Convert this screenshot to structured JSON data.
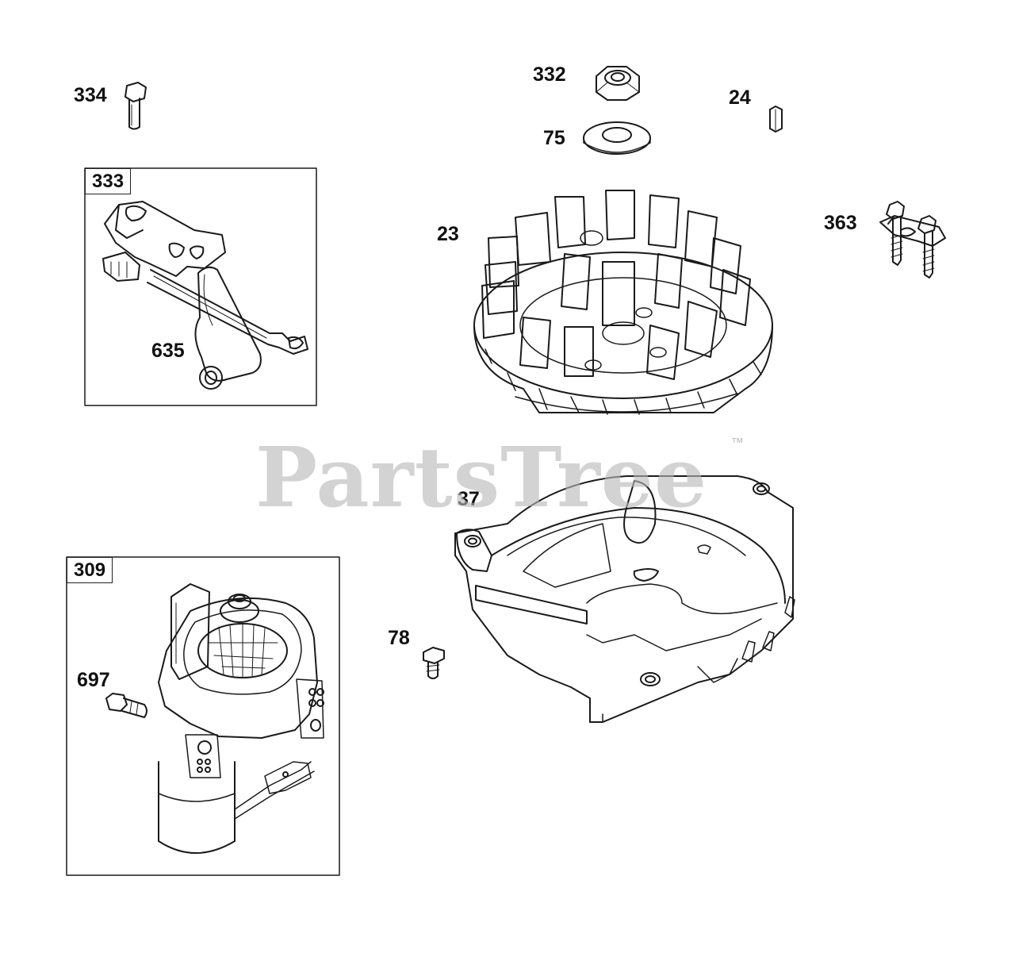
{
  "labels": {
    "p334": "334",
    "p333": "333",
    "p635": "635",
    "p332": "332",
    "p75": "75",
    "p24": "24",
    "p23": "23",
    "p363": "363",
    "p37": "37",
    "p309": "309",
    "p697": "697",
    "p78": "78"
  },
  "watermark": {
    "text": "PartsTree",
    "mark": "™"
  },
  "colors": {
    "line": "#1a1a1a",
    "watermark": "#b9b9b9"
  }
}
